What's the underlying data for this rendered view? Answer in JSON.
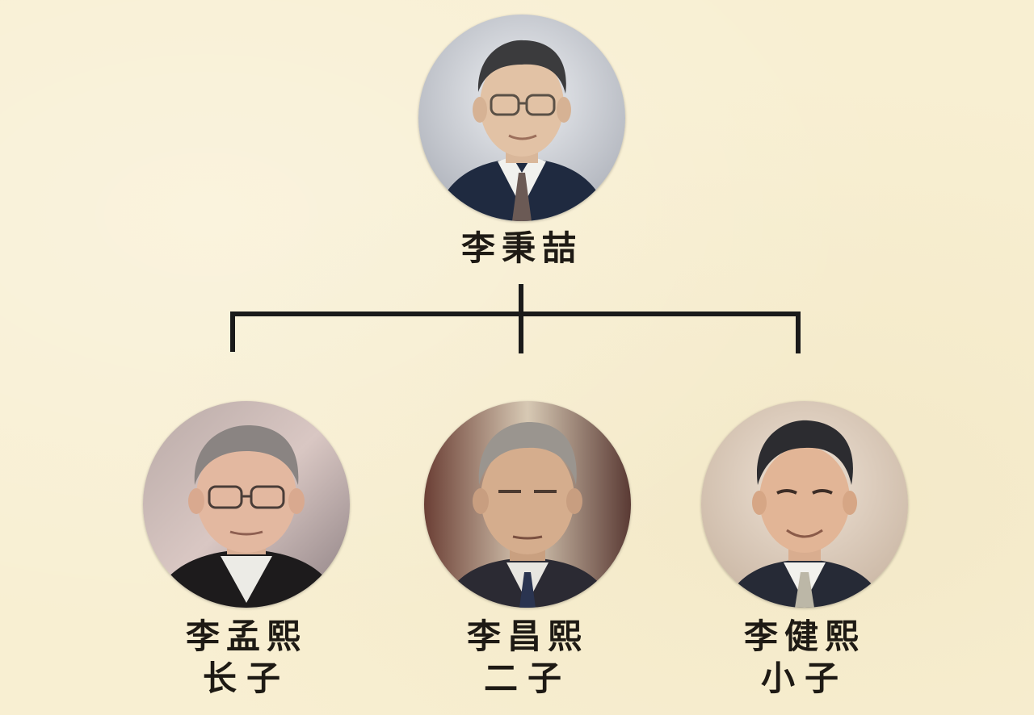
{
  "colors": {
    "background": "#f8efd2",
    "line": "#1a1a1a",
    "text": "#1e1a14"
  },
  "root": {
    "name": "李秉喆",
    "icon": "portrait-photo"
  },
  "children": [
    {
      "name": "李孟熙",
      "role": "长子",
      "icon": "portrait-photo"
    },
    {
      "name": "李昌熙",
      "role": "二子",
      "icon": "portrait-photo"
    },
    {
      "name": "李健熙",
      "role": "小子",
      "icon": "portrait-photo"
    }
  ]
}
